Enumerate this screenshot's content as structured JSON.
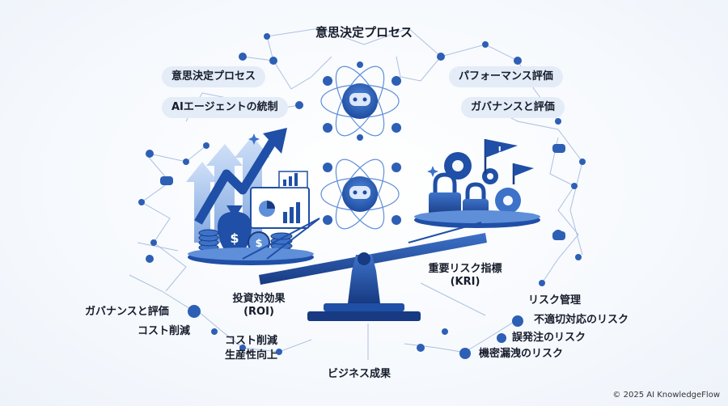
{
  "top_title": "意思決定プロセス",
  "left_pills": [
    "意思決定プロセス",
    "AIエージェントの統制"
  ],
  "right_pills": [
    "パフォーマンス評価",
    "ガバナンスと評価"
  ],
  "roi_label": [
    "投資対効果",
    "(ROI)"
  ],
  "kri_label": [
    "重要リスク指標",
    "(KRI)"
  ],
  "left_bottom": [
    "ガバナンスと評価",
    "コスト削減"
  ],
  "left_bottom_inner": [
    "コスト削減",
    "生産性向上"
  ],
  "bottom_center": "ビジネス成果",
  "right_bottom": [
    "リスク管理",
    "不適切対応のリスク",
    "誤発注のリスク",
    "機密漏洩のリスク"
  ],
  "copyright": "© 2025 AI KnowledgeFlow",
  "colors": {
    "primary": "#1f4fa6",
    "dark": "#173a82",
    "light": "#5f8fd8",
    "pale": "#e4ecf8"
  }
}
